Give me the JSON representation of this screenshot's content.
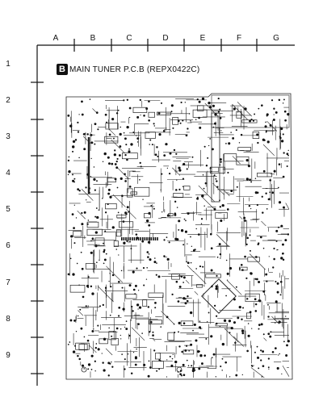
{
  "columns": [
    "A",
    "B",
    "C",
    "D",
    "E",
    "F",
    "G"
  ],
  "rows": [
    "1",
    "2",
    "3",
    "4",
    "5",
    "6",
    "7",
    "8",
    "9"
  ],
  "title": {
    "badge": "B",
    "text": "MAIN TUNER P.C.B (REPX0422C)"
  },
  "board": {
    "trace_color": "#222222",
    "pad_color": "#111111",
    "bg_color": "#ffffff"
  }
}
